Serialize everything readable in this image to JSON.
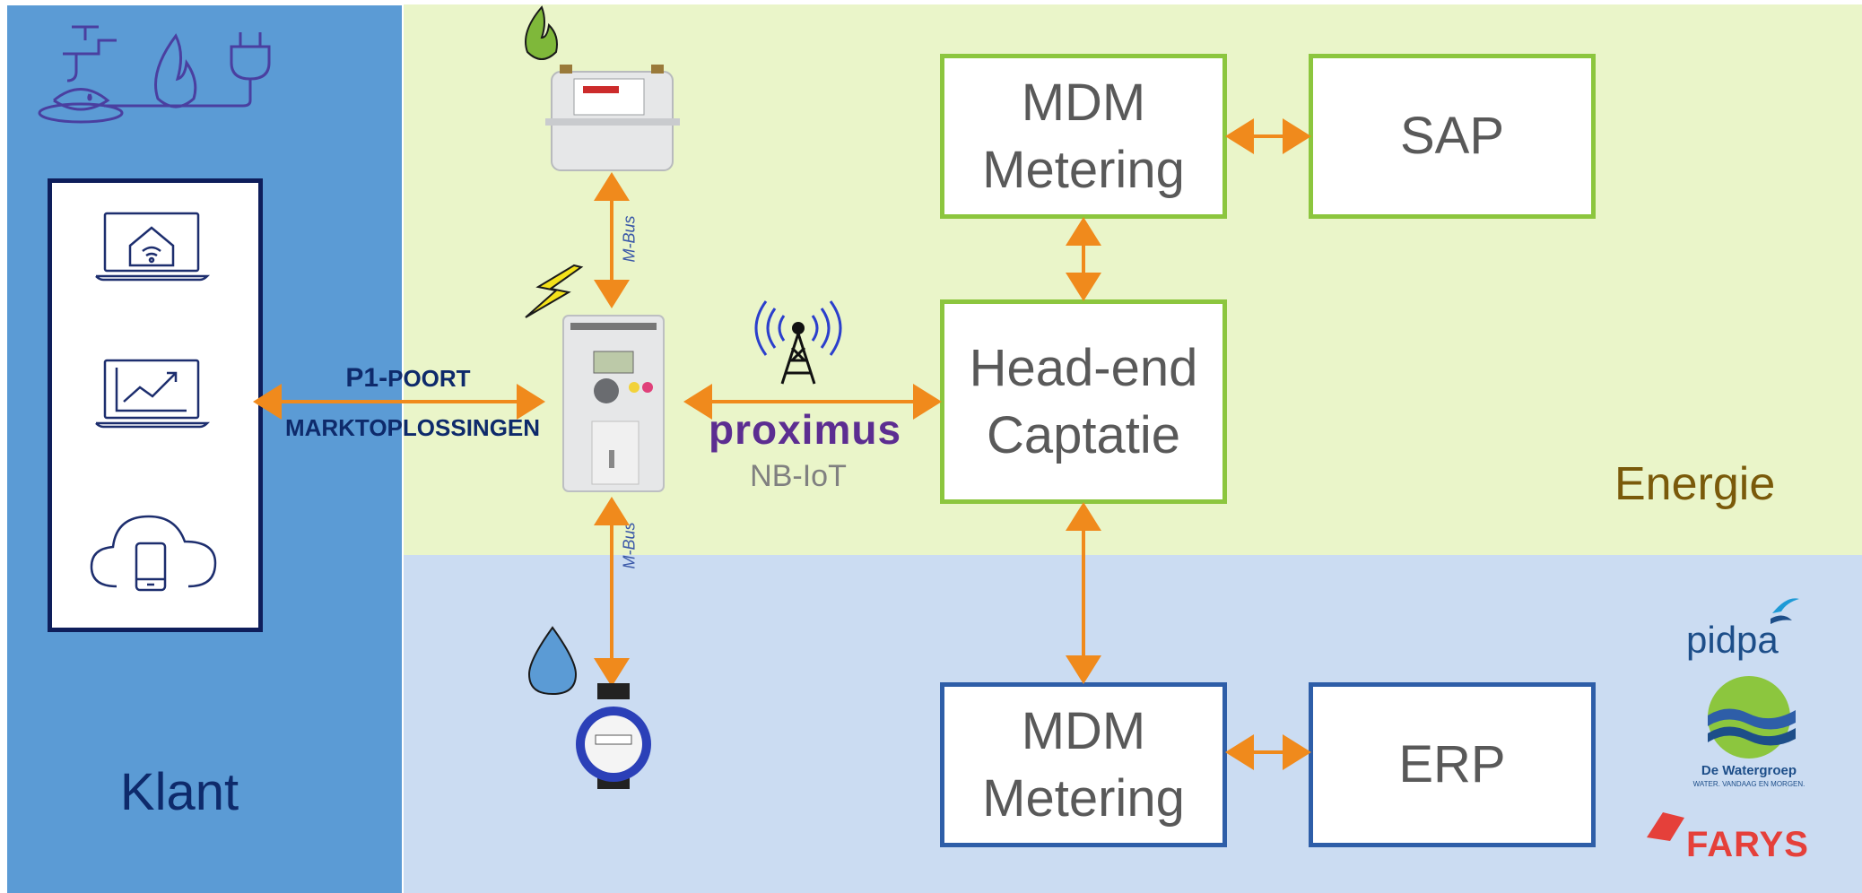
{
  "klant": {
    "label": "Klant"
  },
  "energie": {
    "label": "Energie"
  },
  "p1": {
    "title_main": "P1-",
    "title_small": "POORT",
    "subtitle": "MARKTOPLOSSINGEN"
  },
  "network": {
    "brand": "proximus",
    "technology": "NB-IoT"
  },
  "mbus": {
    "label": "M-Bus"
  },
  "boxes": {
    "mdm_energy": {
      "line1": "MDM",
      "line2": "Metering"
    },
    "sap": {
      "label": "SAP"
    },
    "headend": {
      "line1": "Head-end",
      "line2": "Captatie"
    },
    "mdm_water": {
      "line1": "MDM",
      "line2": "Metering"
    },
    "erp": {
      "label": "ERP"
    }
  },
  "logos": {
    "pidpa": "pidpa",
    "watergroep": "De Watergroep",
    "watergroep_tagline": "WATER. VANDAAG EN MORGEN.",
    "farys": "FARYS"
  },
  "icons": [
    "water-tap-icon",
    "gas-flame-icon",
    "electric-plug-icon",
    "smart-home-laptop-icon",
    "chart-laptop-icon",
    "cloud-phone-icon",
    "green-flame-icon",
    "lightning-icon",
    "antenna-tower-icon",
    "water-drop-icon"
  ],
  "colors": {
    "energy_band": "#eaf5c9",
    "water_band": "#cbdcf2",
    "klant_panel": "#5b9bd5",
    "arrow": "#f08a1c",
    "green_border": "#8cc63e",
    "blue_border": "#2e5ea8"
  }
}
